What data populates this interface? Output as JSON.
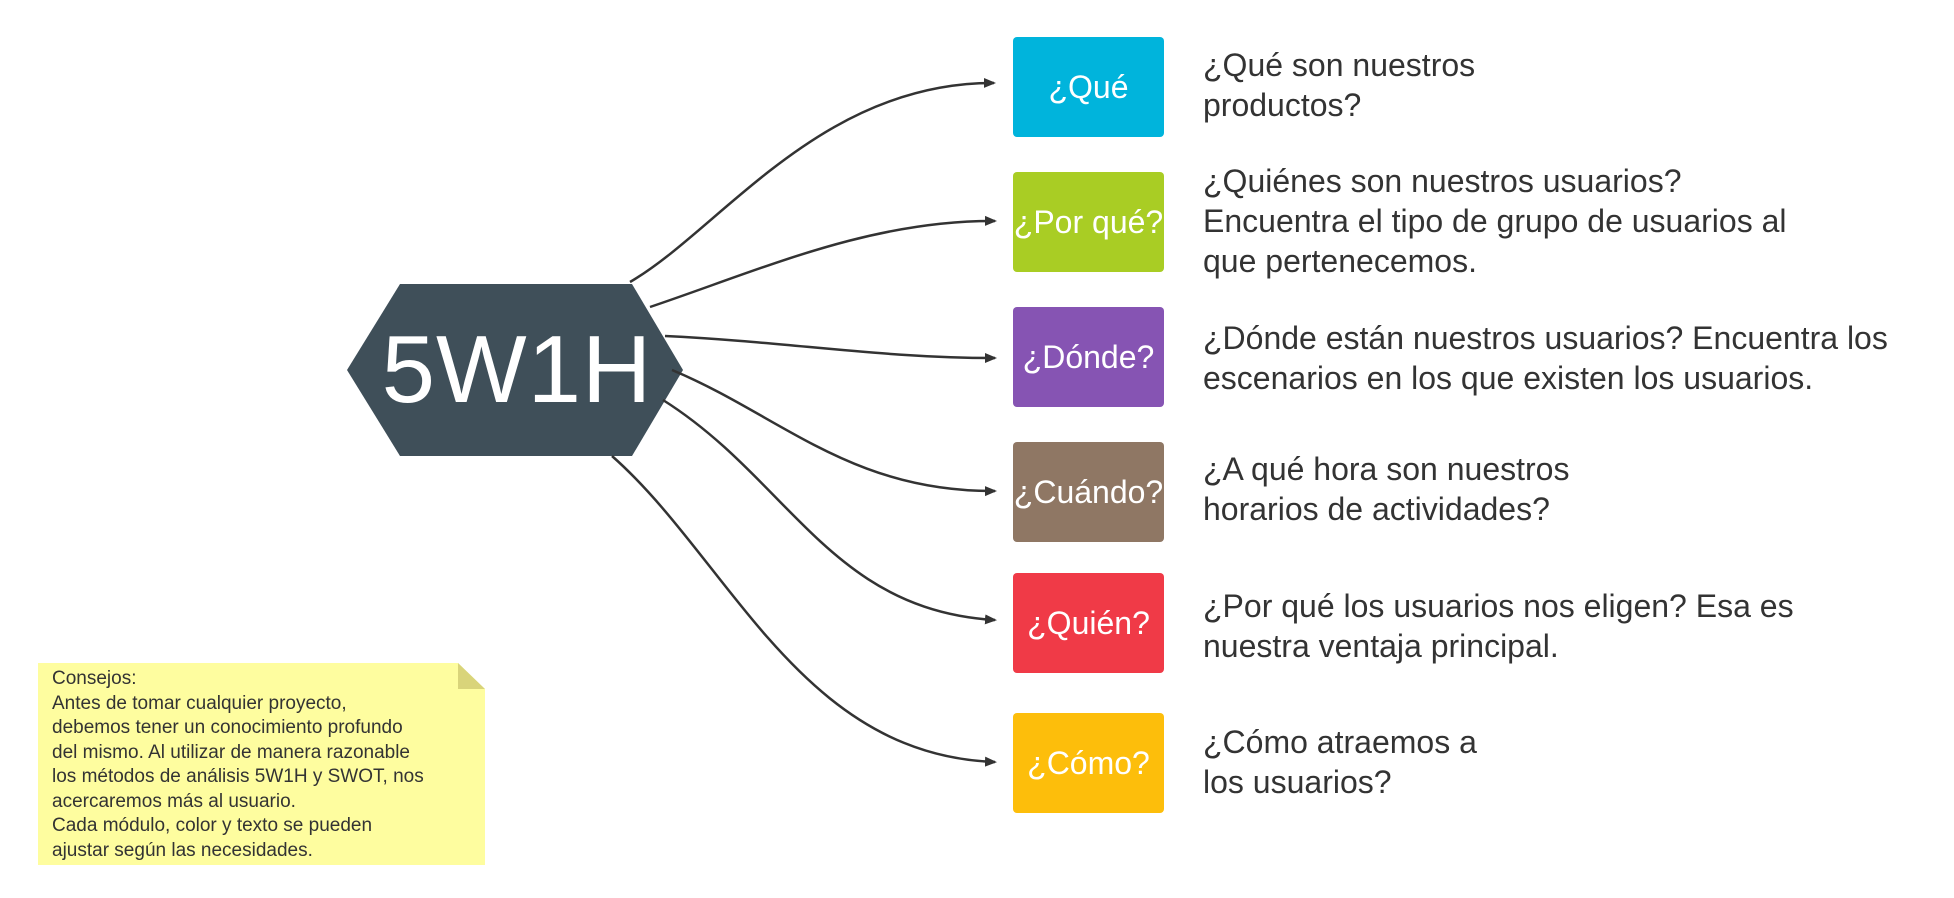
{
  "hub": {
    "label": "5W1H",
    "color": "#3f4f59"
  },
  "nodes": [
    {
      "label": "¿Qué",
      "color": "#00b4dc",
      "description": "¿Qué son nuestros\nproductos?"
    },
    {
      "label": "¿Por qué?",
      "color": "#a9cd24",
      "description": "¿Quiénes son nuestros usuarios?\nEncuentra el tipo de grupo de usuarios al\nque pertenecemos."
    },
    {
      "label": "¿Dónde?",
      "color": "#8654b3",
      "description": "¿Dónde están nuestros usuarios? Encuentra los\nescenarios en los que existen los usuarios."
    },
    {
      "label": "¿Cuándo?",
      "color": "#8f7764",
      "description": "¿A qué hora son nuestros\nhorarios de actividades?"
    },
    {
      "label": "¿Quién?",
      "color": "#f03a47",
      "description": "¿Por qué los usuarios nos eligen? Esa es\nnuestra ventaja principal."
    },
    {
      "label": "¿Cómo?",
      "color": "#fdbe0b",
      "description": "¿Cómo atraemos a\nlos usuarios?"
    }
  ],
  "note": {
    "text": "Consejos:\nAntes de tomar cualquier proyecto,\ndebemos tener un conocimiento profundo\ndel mismo. Al utilizar de manera razonable\nlos métodos de análisis 5W1H y SWOT, nos\nacercaremos más al usuario.\nCada módulo, color y texto se pueden\najustar según las necesidades.",
    "background": "#fefd9f",
    "fold_color": "#d9d47a"
  },
  "connector_color": "#333333"
}
